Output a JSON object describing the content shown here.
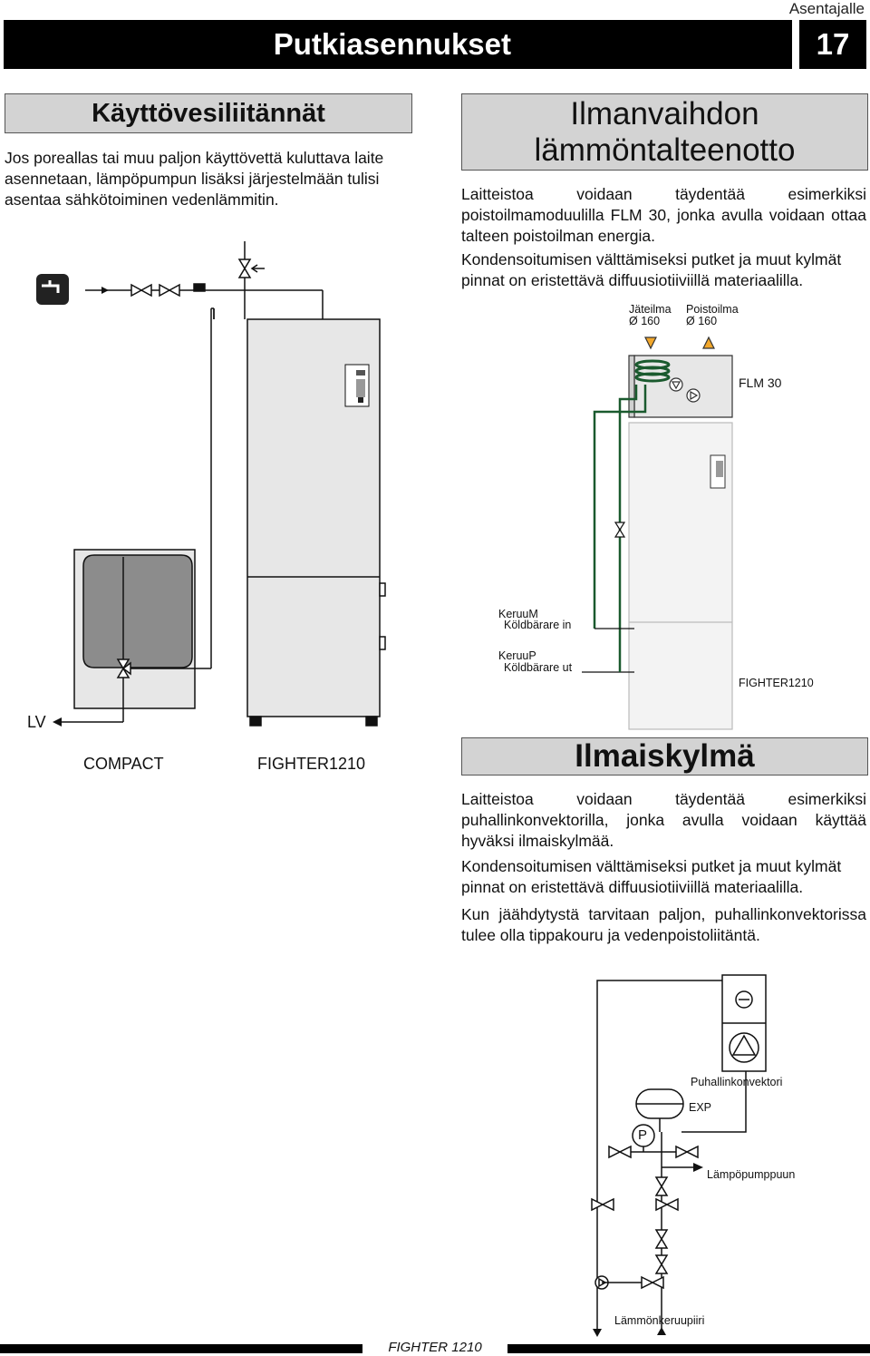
{
  "header": {
    "audience": "Asentajalle",
    "title": "Putkiasennukset",
    "page_number": "17"
  },
  "domestic_water": {
    "heading": "Käyttövesiliitännät",
    "text": "Jos poreallas tai muu paljon käyttövettä kuluttava laite asennetaan, lämpöpumpun lisäksi järjestelmään tulisi asentaa sähkötoiminen vedenlämmitin.",
    "labels": {
      "lv": "LV",
      "compact": "COMPACT",
      "fighter": "FIGHTER1210"
    }
  },
  "ventilation": {
    "heading_line1": "Ilmanvaihdon",
    "heading_line2": "lämmöntalteenotto",
    "para1": "Laitteistoa voidaan täydentää esimerkiksi poistoilmamoduulilla FLM 30, jonka avulla voidaan ottaa talteen poistoilman energia.",
    "para2": "Kondensoitumisen välttämiseksi putket ja muut kylmät pinnat on eristettävä diffuusiotiiviillä materiaalilla.",
    "labels": {
      "exhaust_air": "Jäteilma",
      "exhaust_air_size": "Ø 160",
      "extract_air": "Poistoilma",
      "extract_air_size": "Ø 160",
      "module": "FLM 30",
      "collector_in": "KeruuM",
      "collector_in_sv": "Köldbärare in",
      "collector_out": "KeruuP",
      "collector_out_sv": "Köldbärare ut",
      "unit": "FIGHTER1210"
    }
  },
  "cooling": {
    "heading": "Ilmaiskylmä",
    "para1": "Laitteistoa voidaan täydentää esimerkiksi puhallinkonvektorilla, jonka avulla voidaan käyttää hyväksi ilmaiskylmää.",
    "para2": "Kondensoitumisen välttämiseksi putket ja muut kylmät pinnat on eristettävä diffuusiotiiviillä materiaalilla.",
    "para3": "Kun jäähdytystä tarvitaan paljon, puhallinkonvektorissa tulee olla tippakouru ja vedenpoistoliitäntä.",
    "labels": {
      "fan_convector": "Puhallinkonvektori",
      "exp": "EXP",
      "p": "P",
      "to_heat_pump": "Lämpöpumppuun",
      "heating_circuit": "Lämmönkeruupiiri"
    }
  },
  "footer": {
    "model": "FIGHTER 1210"
  }
}
